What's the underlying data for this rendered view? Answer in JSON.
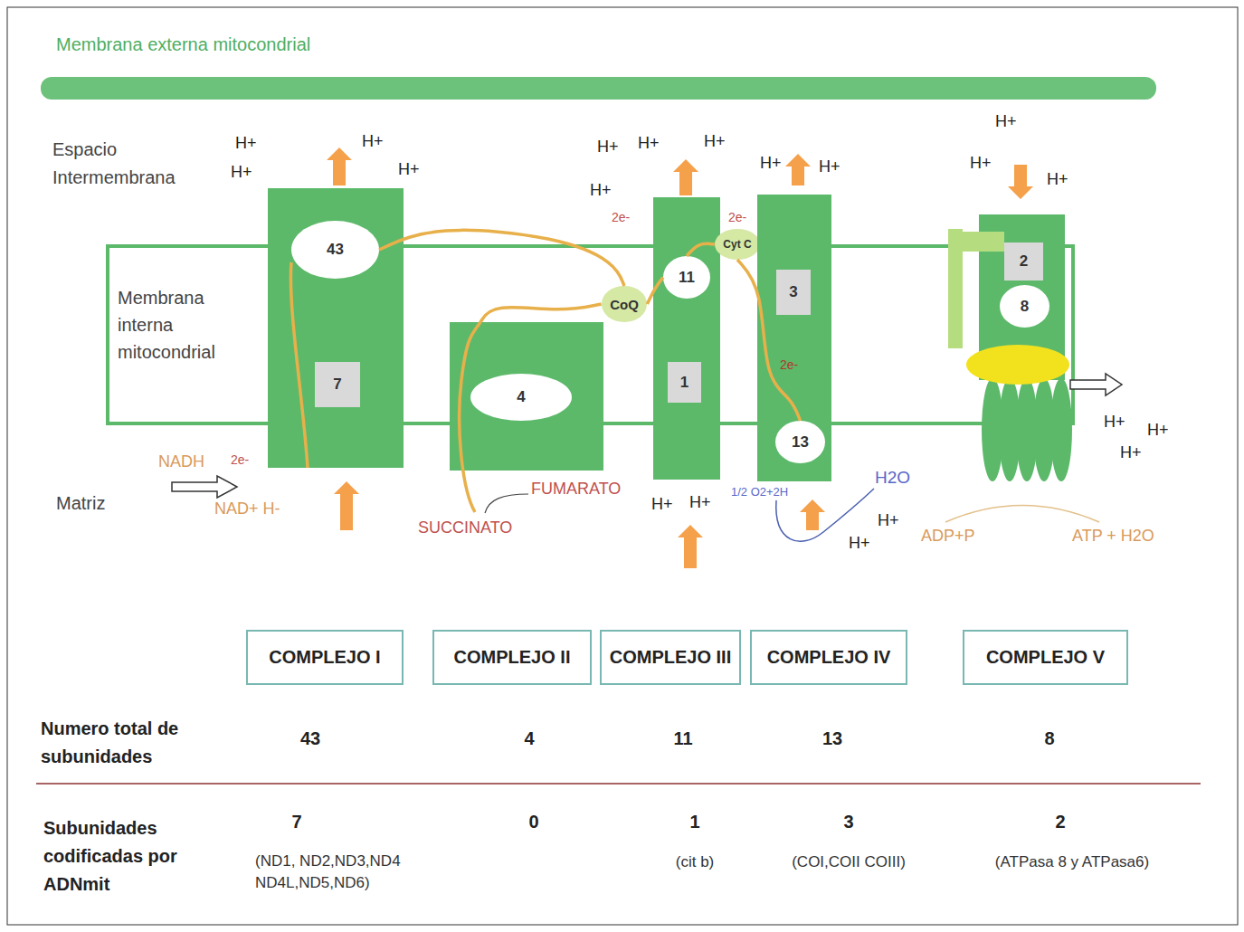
{
  "diagram": {
    "nodes": [
      {
        "text": [
          "Membrana externa mitocondrial"
        ]
      },
      {
        "text": [
          "Membrana interna mitocondrial"
        ]
      },
      {
        "text": []
      },
      {
        "text": [
          "43"
        ],
        "in": 2
      },
      {
        "text": [
          "7"
        ],
        "in": 2
      },
      {
        "text": []
      },
      {
        "text": [
          "4"
        ],
        "in": 5
      },
      {
        "text": [
          "CoQ"
        ]
      },
      {
        "text": []
      },
      {
        "text": [
          "11"
        ],
        "in": 8
      },
      {
        "text": [
          "1"
        ],
        "in": 8
      },
      {
        "text": [
          "Cyt C"
        ]
      },
      {
        "text": []
      },
      {
        "text": [
          "3"
        ],
        "in": 12
      },
      {
        "text": [
          "13"
        ],
        "in": 12
      },
      {
        "text": []
      },
      {
        "text": [
          "2"
        ],
        "in": 15
      },
      {
        "text": [
          "8"
        ],
        "in": 15
      },
      {
        "text": [
          "COMPLEJO I"
        ]
      },
      {
        "text": [
          "COMPLEJO II"
        ]
      },
      {
        "text": [
          "COMPLEJO III"
        ]
      },
      {
        "text": [
          "COMPLEJO IV"
        ]
      },
      {
        "text": [
          "COMPLEJO V"
        ]
      }
    ],
    "edges": [
      {
        "from": 3,
        "to": 7,
        "arrow": "none"
      },
      {
        "from": 5,
        "to": 7,
        "arrow": "none"
      },
      {
        "from": 7,
        "to": 9,
        "arrow": "none"
      },
      {
        "from": 9,
        "to": 11,
        "arrow": "none"
      },
      {
        "from": 11,
        "to": 14,
        "arrow": "none"
      }
    ],
    "labels": [
      "Espacio Intermembrana",
      "H+",
      "H+",
      "H+",
      "H+",
      "H+",
      "H+",
      "H+",
      "H+",
      "2e-",
      "2e-",
      "H+",
      "H+",
      "H+",
      "H+",
      "H+",
      "Matriz",
      "NADH",
      "2e-",
      "NAD+ H-",
      "FUMARATO",
      "SUCCINATO",
      "H+",
      "H+",
      "1/2 O2+2H",
      "2e-",
      "H2O",
      "H+",
      "H+",
      "H+",
      "H+",
      "H+",
      "ADP+P",
      "ATP + H2O",
      "Numero total de subunidades",
      "43",
      "4",
      "11",
      "13",
      "8",
      "Subunidades codificadas por ADNmit",
      "7",
      "0",
      "1",
      "3",
      "2",
      "(ND1, ND2,ND3,ND4 ND4L,ND5,ND6)",
      "(cit b)",
      "(COI,COII COIII)",
      "(ATPasa 8 y ATPasa6)"
    ]
  }
}
